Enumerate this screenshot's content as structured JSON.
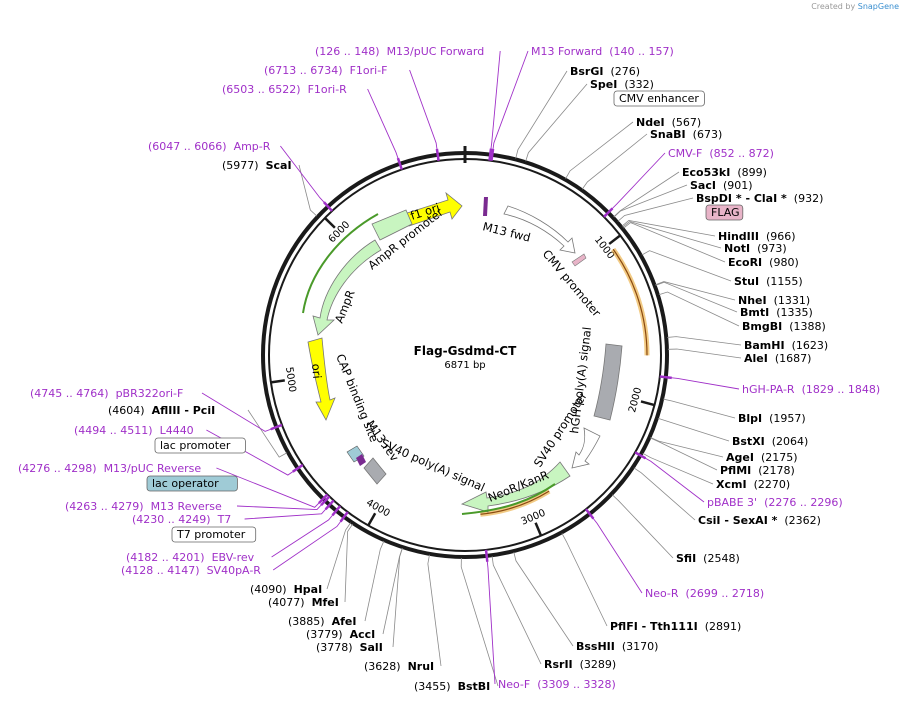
{
  "credit": {
    "prefix": "Created by",
    "brand": "SnapGene"
  },
  "plasmid": {
    "name": "Flag-Gsdmd-CT",
    "length": "6871 bp",
    "total_bp": 6871
  },
  "ticks": [
    "1000",
    "2000",
    "3000",
    "4000",
    "5000",
    "6000"
  ],
  "sites": [
    {
      "name": "BsrGI",
      "pos": "(276)",
      "bp": 276,
      "star": ""
    },
    {
      "name": "SpeI",
      "pos": "(332)",
      "bp": 332,
      "star": ""
    },
    {
      "name": "NdeI",
      "pos": "(567)",
      "bp": 567,
      "star": ""
    },
    {
      "name": "SnaBI",
      "pos": "(673)",
      "bp": 673,
      "star": ""
    },
    {
      "name": "Eco53kI",
      "pos": "(899)",
      "bp": 899,
      "star": ""
    },
    {
      "name": "SacI",
      "pos": "(901)",
      "bp": 901,
      "star": ""
    },
    {
      "name": "BspDI * - ClaI *",
      "pos": "(932)",
      "bp": 932,
      "star": ""
    },
    {
      "name": "HindIII",
      "pos": "(966)",
      "bp": 966,
      "star": ""
    },
    {
      "name": "NotI",
      "pos": "(973)",
      "bp": 973,
      "star": ""
    },
    {
      "name": "EcoRI",
      "pos": "(980)",
      "bp": 980,
      "star": ""
    },
    {
      "name": "StuI",
      "pos": "(1155)",
      "bp": 1155,
      "star": ""
    },
    {
      "name": "NheI",
      "pos": "(1331)",
      "bp": 1331,
      "star": ""
    },
    {
      "name": "BmtI",
      "pos": "(1335)",
      "bp": 1335,
      "star": ""
    },
    {
      "name": "BmgBI",
      "pos": "(1388)",
      "bp": 1388,
      "star": ""
    },
    {
      "name": "BamHI",
      "pos": "(1623)",
      "bp": 1623,
      "star": ""
    },
    {
      "name": "AleI",
      "pos": "(1687)",
      "bp": 1687,
      "star": ""
    },
    {
      "name": "BlpI",
      "pos": "(1957)",
      "bp": 1957,
      "star": ""
    },
    {
      "name": "BstXI",
      "pos": "(2064)",
      "bp": 2064,
      "star": ""
    },
    {
      "name": "AgeI",
      "pos": "(2175)",
      "bp": 2175,
      "star": ""
    },
    {
      "name": "PflMI",
      "pos": "(2178)",
      "bp": 2178,
      "star": ""
    },
    {
      "name": "XcmI",
      "pos": "(2270)",
      "bp": 2270,
      "star": ""
    },
    {
      "name": "CsiI - SexAI *",
      "pos": "(2362)",
      "bp": 2362,
      "star": ""
    },
    {
      "name": "SfiI",
      "pos": "(2548)",
      "bp": 2548,
      "star": ""
    },
    {
      "name": "PflFI - Tth111I",
      "pos": "(2891)",
      "bp": 2891,
      "star": ""
    },
    {
      "name": "BssHII",
      "pos": "(3170)",
      "bp": 3170,
      "star": ""
    },
    {
      "name": "RsrII",
      "pos": "(3289)",
      "bp": 3289,
      "star": ""
    },
    {
      "name": "BstBI",
      "pos": "(3455)",
      "bp": 3455,
      "star": ""
    },
    {
      "name": "NruI",
      "pos": "(3628)",
      "bp": 3628,
      "star": ""
    },
    {
      "name": "SalI",
      "pos": "(3778)",
      "bp": 3778,
      "star": ""
    },
    {
      "name": "AccI",
      "pos": "(3779)",
      "bp": 3779,
      "star": ""
    },
    {
      "name": "AfeI",
      "pos": "(3885)",
      "bp": 3885,
      "star": ""
    },
    {
      "name": "MfeI",
      "pos": "(4077)",
      "bp": 4077,
      "star": ""
    },
    {
      "name": "HpaI",
      "pos": "(4090)",
      "bp": 4090,
      "star": ""
    },
    {
      "name": "AflIII - PciI",
      "pos": "(4604)",
      "bp": 4604,
      "star": ""
    },
    {
      "name": "ScaI",
      "pos": "(5977)",
      "bp": 5977,
      "star": ""
    }
  ],
  "primers": [
    {
      "name": "M13/pUC Forward",
      "range": "(126 .. 148)",
      "bp": 137
    },
    {
      "name": "M13 Forward",
      "range": "(140 .. 157)",
      "bp": 148
    },
    {
      "name": "F1ori-F",
      "range": "(6713 .. 6734)",
      "bp": 6723
    },
    {
      "name": "F1ori-R",
      "range": "(6503 .. 6522)",
      "bp": 6512
    },
    {
      "name": "Amp-R",
      "range": "(6047 .. 6066)",
      "bp": 6056
    },
    {
      "name": "CMV-F",
      "range": "(852 .. 872)",
      "bp": 862
    },
    {
      "name": "hGH-PA-R",
      "range": "(1829 .. 1848)",
      "bp": 1838
    },
    {
      "name": "pBABE 3'",
      "range": "(2276 .. 2296)",
      "bp": 2286
    },
    {
      "name": "Neo-R",
      "range": "(2699 .. 2718)",
      "bp": 2708
    },
    {
      "name": "Neo-F",
      "range": "(3309 .. 3328)",
      "bp": 3318
    },
    {
      "name": "pBR322ori-F",
      "range": "(4745 .. 4764)",
      "bp": 4754
    },
    {
      "name": "L4440",
      "range": "(4494 .. 4511)",
      "bp": 4502
    },
    {
      "name": "M13/pUC Reverse",
      "range": "(4276 .. 4298)",
      "bp": 4287
    },
    {
      "name": "M13 Reverse",
      "range": "(4263 .. 4279)",
      "bp": 4271
    },
    {
      "name": "T7",
      "range": "(4230 .. 4249)",
      "bp": 4239
    },
    {
      "name": "EBV-rev",
      "range": "(4182 .. 4201)",
      "bp": 4191
    },
    {
      "name": "SV40pA-R",
      "range": "(4128 .. 4147)",
      "bp": 4137
    }
  ],
  "boxed_features": [
    {
      "name": "CMV enhancer",
      "fill": "#ffffff"
    },
    {
      "name": "FLAG",
      "fill": "#e8b4c8"
    },
    {
      "name": "lac promoter",
      "fill": "#ffffff"
    },
    {
      "name": "lac operator",
      "fill": "#9fcbd6"
    },
    {
      "name": "T7 promoter",
      "fill": "#ffffff"
    }
  ],
  "inner_features": {
    "m13_fwd": "M13 fwd",
    "cmv_promoter": "CMV promoter",
    "f1_ori": "f1 ori",
    "ampr_promoter": "AmpR promoter",
    "ampr": "AmpR",
    "ori": "ori",
    "cap_site": "CAP binding site",
    "m13_rev": "M13 rev",
    "sv40_polya": "SV40 poly(A) signal",
    "hgh_polya": "hGH poly(A) signal",
    "sv40_promoter": "SV40 promoter",
    "neor": "NeoR/KanR"
  },
  "colors": {
    "primer": "#a030c8",
    "backbone": "#1a1a1a",
    "f1_ori": "#ffff00",
    "ori": "#ffff00",
    "ampr": "#c8f5c0",
    "neor": "#c8f5c0",
    "polya": "#a9abb0",
    "orf_line": "#e8a020",
    "green_line": "#4a9a2a"
  }
}
